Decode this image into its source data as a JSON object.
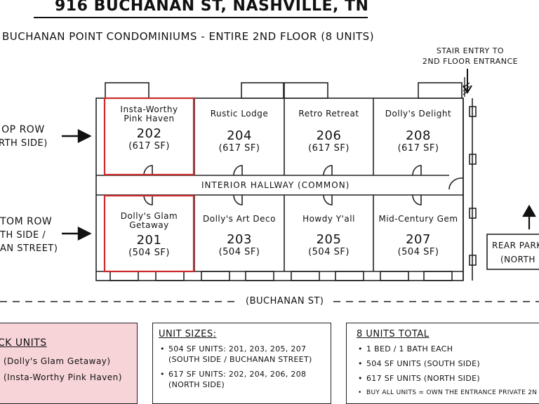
{
  "header": {
    "address": "916 BUCHANAN ST, NASHVILLE, TN",
    "subtitle": "BUCHANAN POINT CONDOMINIUMS - ENTIRE 2ND FLOOR (8 UNITS)"
  },
  "stair_note": {
    "line1": "STAIR ENTRY TO",
    "line2": "2ND FLOOR ENTRANCE"
  },
  "row_labels": {
    "top": {
      "line1": "OP ROW",
      "line2": "RTH SIDE)"
    },
    "bottom": {
      "line1": "TOM ROW",
      "line2": "TH SIDE /",
      "line3": "AN STREET)"
    }
  },
  "units_top": [
    {
      "name": "Insta-Worthy Pink Haven",
      "name_l1": "Insta-Worthy",
      "name_l2": "Pink Haven",
      "number": "202",
      "sf": "(617 SF)",
      "highlighted": true
    },
    {
      "name": "Rustic Lodge",
      "name_l1": "Rustic Lodge",
      "name_l2": "",
      "number": "204",
      "sf": "(617 SF)",
      "highlighted": false
    },
    {
      "name": "Retro Retreat",
      "name_l1": "Retro Retreat",
      "name_l2": "",
      "number": "206",
      "sf": "(617 SF)",
      "highlighted": false
    },
    {
      "name": "Dolly's Delight",
      "name_l1": "Dolly's Delight",
      "name_l2": "",
      "number": "208",
      "sf": "(617 SF)",
      "highlighted": false
    }
  ],
  "units_bottom": [
    {
      "name": "Dolly's Glam Getaway",
      "name_l1": "Dolly's Glam",
      "name_l2": "Getaway",
      "number": "201",
      "sf": "(504 SF)",
      "highlighted": true
    },
    {
      "name": "Dolly's Art Deco",
      "name_l1": "Dolly's Art Deco",
      "name_l2": "",
      "number": "203",
      "sf": "(504 SF)",
      "highlighted": false
    },
    {
      "name": "Howdy Y'all",
      "name_l1": "Howdy Y'all",
      "name_l2": "",
      "number": "205",
      "sf": "(504 SF)",
      "highlighted": false
    },
    {
      "name": "Mid-Century Gem",
      "name_l1": "Mid-Century Gem",
      "name_l2": "",
      "number": "207",
      "sf": "(504 SF)",
      "highlighted": false
    }
  ],
  "hallway_label": "INTERIOR HALLWAY  (COMMON)",
  "street_label": "(BUCHANAN ST)",
  "parking": {
    "line1": "REAR PARKI",
    "line2": "(NORTH"
  },
  "pick_units_box": {
    "heading": "CK UNITS",
    "line1": "(Dolly's Glam Getaway)",
    "line2": "(Insta-Worthy Pink Haven)"
  },
  "unit_sizes_box": {
    "heading": "UNIT SIZES:",
    "items": [
      {
        "line1": "504 SF UNITS: 201, 203, 205, 207",
        "line2": "(SOUTH SIDE / BUCHANAN STREET)"
      },
      {
        "line1": "617 SF UNITS: 202, 204, 206, 208",
        "line2": "(NORTH SIDE)"
      }
    ]
  },
  "units_total_box": {
    "heading": "8 UNITS TOTAL",
    "items": [
      "1 BED / 1 BATH EACH",
      "504 SF UNITS (SOUTH SIDE)",
      "617 SF UNITS (NORTH SIDE)",
      "BUY ALL UNITS = OWN THE ENTRANCE PRIVATE 2N"
    ]
  },
  "colors": {
    "highlight_border": "#cc2a2a",
    "highlight_fill": "#f7d4d8",
    "line": "#222222"
  }
}
